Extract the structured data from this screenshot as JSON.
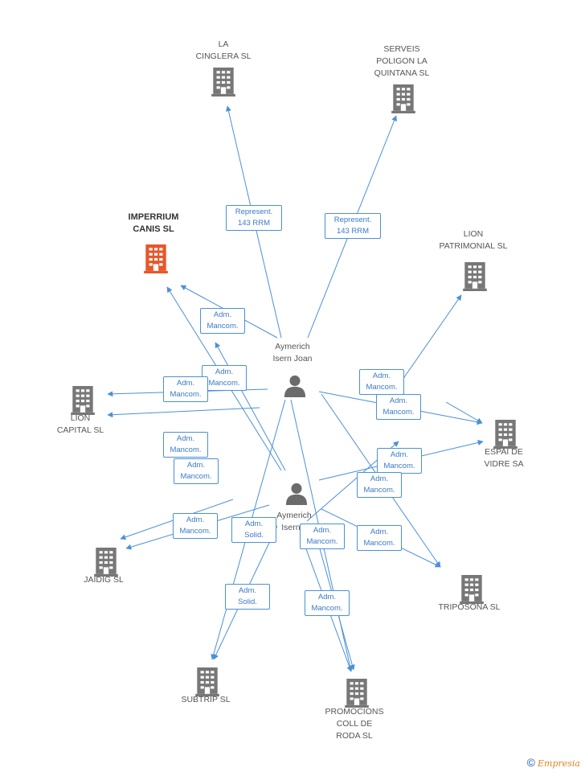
{
  "colors": {
    "edge": "#4a90d9",
    "building": "#777777",
    "building_main": "#e8562a",
    "person": "#6b6b6b"
  },
  "companies": [
    {
      "id": "la-cinglera",
      "label": "LA\nCINGLERA  SL",
      "main": false
    },
    {
      "id": "serveis-poligon",
      "label": "SERVEIS\nPOLIGON LA\nQUINTANA  SL",
      "main": false
    },
    {
      "id": "imperrium-canis",
      "label": "IMPERRIUM\nCANIS SL",
      "main": true
    },
    {
      "id": "lion-patrimonial",
      "label": "LION\nPATRIMONIAL SL",
      "main": false
    },
    {
      "id": "lion-capital",
      "label": "LION\nCAPITAL SL",
      "main": false
    },
    {
      "id": "espai-de-vidre",
      "label": "ESPAI DE\nVIDRE SA",
      "main": false
    },
    {
      "id": "jaidig",
      "label": "JAIDIG SL",
      "main": false
    },
    {
      "id": "triposona",
      "label": "TRIPOSONA SL",
      "main": false
    },
    {
      "id": "subtrip",
      "label": "SUBTRIP SL",
      "main": false
    },
    {
      "id": "promocions-coll",
      "label": "PROMOCIONS\nCOLL DE\nRODA SL",
      "main": false
    }
  ],
  "persons": [
    {
      "id": "aymerich-joan",
      "label": "Aymerich\nIsern Joan"
    },
    {
      "id": "aymerich-j",
      "label": "Aymerich\nIsern J"
    }
  ],
  "edge_labels": {
    "represent": "Represent.\n143 RRM",
    "adm": "Adm.\nMancom.",
    "solid": "Adm.\nSolid."
  },
  "watermark": {
    "symbol": "©",
    "brand": "Empresia"
  }
}
